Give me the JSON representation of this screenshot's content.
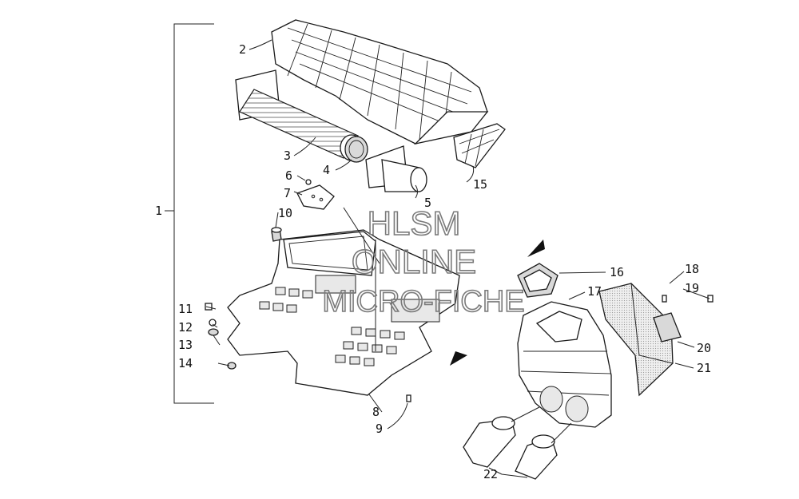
{
  "watermark": {
    "line1": "HLSM",
    "line2": "ONLINE",
    "line3": "MICRO-FICHE"
  },
  "callouts": [
    "1",
    "2",
    "3",
    "4",
    "5",
    "6",
    "7",
    "8",
    "9",
    "10",
    "11",
    "12",
    "13",
    "14",
    "15",
    "16",
    "17",
    "18",
    "19",
    "20",
    "21",
    "22"
  ]
}
